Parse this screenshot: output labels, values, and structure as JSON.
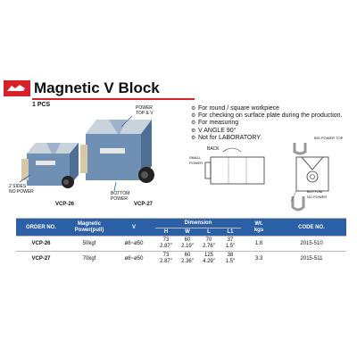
{
  "header": {
    "title": "Magnetic V Block",
    "pcs": "1 PCS"
  },
  "features": [
    "For round / square workpiece",
    "For checking on surface plate during the production.",
    "For measuring",
    "V ANGLE 90°",
    "Not for LABORATORY."
  ],
  "photo_labels": {
    "power_top_v": "POWER\nTOP & V",
    "two_sides_no_power": "2 SIDES\nNO POWER",
    "vcp26": "VCP-26",
    "bottom_power": "BOTTOM\nPOWER",
    "vcp27": "VCP-27"
  },
  "drawing_labels": {
    "back": "BACK",
    "small_power": "SMALL\nPOWER",
    "big_power_top": "BIG POWER TOP",
    "bottom_no_power": "BOTTOM\nNO POWER"
  },
  "table": {
    "headers": {
      "order_no": "ORDER NO.",
      "magnetic_power": "Magnetic\nPower(pull)",
      "v": "V",
      "dimension": "Dimension",
      "h": "H",
      "w": "W",
      "l": "L",
      "l1": "L1",
      "wt": "Wt.\nkgs",
      "code_no": "CODE NO."
    },
    "rows": [
      {
        "order_no": "VCP-26",
        "power": "50kgf",
        "v": "ø8~ø50",
        "h": "73\n2.87\"",
        "w": "60\n2.19\"",
        "l": "70\n2.76\"",
        "l1": "37\n1.5\"",
        "wt": "1.8",
        "code": "2015-510"
      },
      {
        "order_no": "VCP-27",
        "power": "70kgf",
        "v": "ø8~ø50",
        "h": "73\n2.87\"",
        "w": "60\n2.36\"",
        "l": "125\n4.29\"",
        "l1": "38\n1.5\"",
        "wt": "3.3",
        "code": "2015-511"
      }
    ]
  },
  "colors": {
    "brand_red": "#d8202a",
    "table_header_blue": "#2b5fa6",
    "block_blue": "#6f8fb3"
  }
}
